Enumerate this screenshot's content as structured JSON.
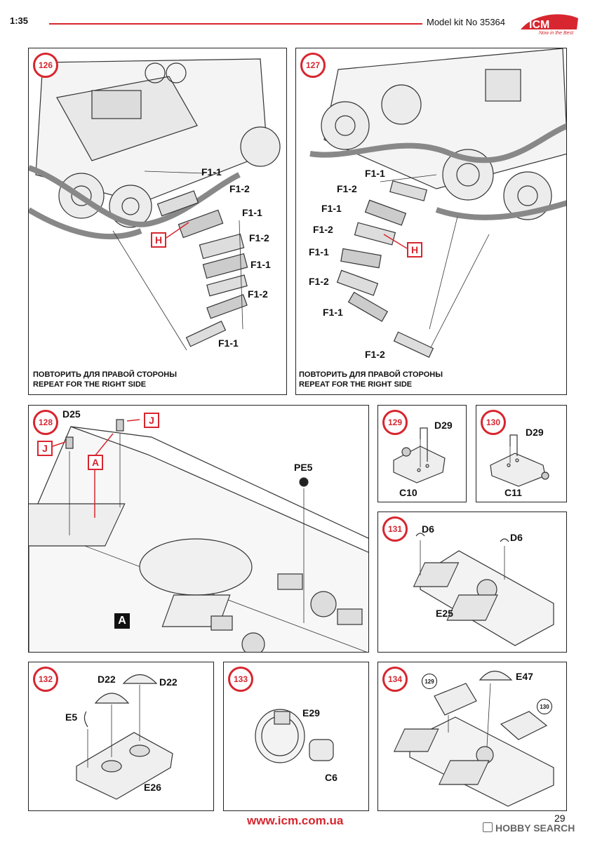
{
  "header": {
    "scale": "1:35",
    "kit_label": "Model kit No 35364",
    "logo_text": "ICM",
    "logo_tagline": "Now in the Best"
  },
  "colors": {
    "accent_red": "#d7262f",
    "line": "#222222"
  },
  "steps": {
    "s126": {
      "number": "126",
      "parts": [
        "F1-1",
        "F1-2",
        "F1-1",
        "F1-2",
        "F1-1",
        "F1-2",
        "F1-1"
      ],
      "marker": "H",
      "note_ru": "ПОВТОРИТЬ ДЛЯ ПРАВОЙ СТОРОНЫ",
      "note_en": "REPEAT FOR THE RIGHT SIDE"
    },
    "s127": {
      "number": "127",
      "parts": [
        "F1-1",
        "F1-2",
        "F1-1",
        "F1-2",
        "F1-1",
        "F1-2",
        "F1-1",
        "F1-2"
      ],
      "marker": "H",
      "note_ru": "ПОВТОРИТЬ ДЛЯ ПРАВОЙ СТОРОНЫ",
      "note_en": "REPEAT FOR THE RIGHT SIDE"
    },
    "s128": {
      "number": "128",
      "part_d25": "D25",
      "marker_j1": "J",
      "marker_j2": "J",
      "marker_a": "A",
      "part_pe5": "PE5",
      "view_a": "A"
    },
    "s129": {
      "number": "129",
      "part_top": "D29",
      "part_bottom": "C10"
    },
    "s130": {
      "number": "130",
      "part_top": "D29",
      "part_bottom": "C11"
    },
    "s131": {
      "number": "131",
      "part_left": "D6",
      "part_right": "D6",
      "part_base": "E25"
    },
    "s132": {
      "number": "132",
      "part_d22a": "D22",
      "part_d22b": "D22",
      "part_e5": "E5",
      "part_base": "E26"
    },
    "s133": {
      "number": "133",
      "part_e29": "E29",
      "part_c6": "C6"
    },
    "s134": {
      "number": "134",
      "ref_129": "129",
      "ref_130": "130",
      "part_e47": "E47"
    }
  },
  "footer": {
    "website": "www.icm.com.ua",
    "page_number": "29",
    "watermark": "HOBBY SEARCH"
  }
}
